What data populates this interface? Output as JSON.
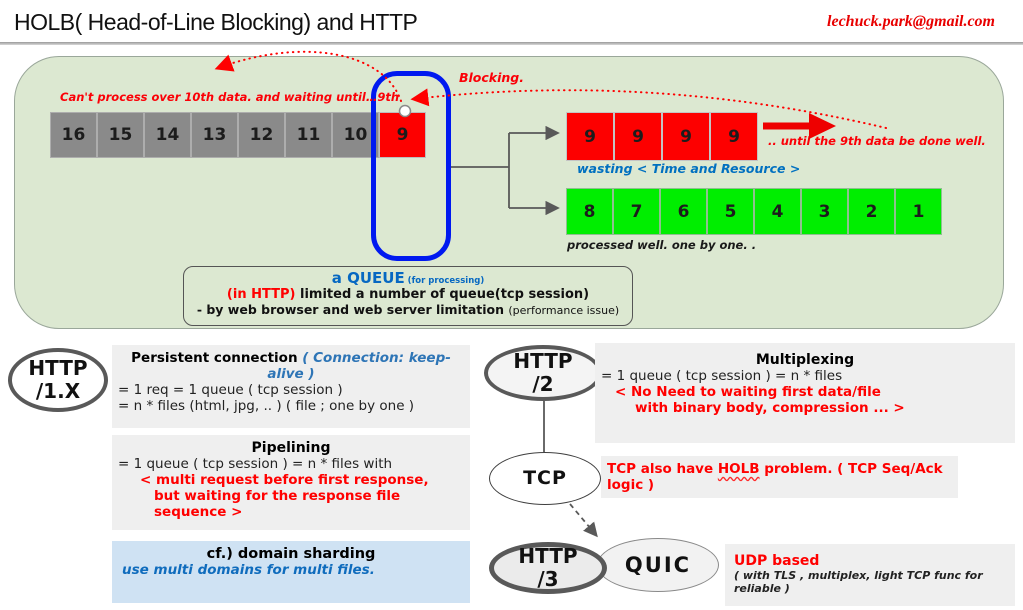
{
  "header": {
    "title": "HOLB( Head-of-Line Blocking) and HTTP",
    "email": "lechuck.park@gmail.com"
  },
  "diagram": {
    "note_left": "Can't process over 10th data. and waiting until…9th",
    "blocking_label": "Blocking.",
    "queue_cells": [
      "16",
      "15",
      "14",
      "13",
      "12",
      "11",
      "10"
    ],
    "blocked_cell": "9",
    "red_cells": [
      "9",
      "9",
      "9",
      "9"
    ],
    "until_note": ".. until the 9th data be done well.",
    "wasting_note": "wasting < Time and Resource >",
    "green_cells": [
      "8",
      "7",
      "6",
      "5",
      "4",
      "3",
      "2",
      "1"
    ],
    "processed_note": "processed well. one by one. .",
    "queue_box": {
      "title": "a QUEUE",
      "title_sub": " (for processing)",
      "line2_red": "(in HTTP)",
      "line2_rest": " limited a number of queue(tcp session)",
      "line3": "- by web browser and web server limitation ",
      "line3_sub": "(performance issue)"
    }
  },
  "http1": {
    "label_line1": "HTTP",
    "label_line2": "/1.X",
    "persistent": {
      "title": "Persistent connection ",
      "title_note": "( Connection: keep-alive )",
      "line1": "= 1 req = 1 queue ( tcp session )",
      "line2": "= n * files (html, jpg, .. ) ( file ; one by one )"
    },
    "pipelining": {
      "title": "Pipelining",
      "line1": "= 1 queue ( tcp session ) = n * files with",
      "red1": "<  multi request before first response,",
      "red2": "but waiting for the response file sequence >"
    },
    "sharding": {
      "title": "cf.) domain sharding",
      "note": "use multi domains for multi files."
    }
  },
  "http2": {
    "label_line1": "HTTP",
    "label_line2": "/2",
    "multiplexing": {
      "title": "Multiplexing",
      "line1": "= 1 queue ( tcp session ) = n * files",
      "red1": "<  No Need to waiting first data/file",
      "red2": "with binary body, compression ... >"
    },
    "tcp_label": "TCP",
    "tcp_note_pre": "TCP also have ",
    "tcp_note_wavy": "HOLB",
    "tcp_note_post": " problem. ( TCP Seq/Ack logic )"
  },
  "http3": {
    "label_line1": "HTTP",
    "label_line2": "/3",
    "quic_label": "QUIC",
    "udp_title": "UDP based",
    "udp_note": "( with TLS , multiplex, light TCP func for reliable )"
  },
  "colors": {
    "accent_red": "#ff0000",
    "accent_blue": "#0070c0",
    "canvas_green": "#dce8d1",
    "cell_gray": "#8a8a8a",
    "cell_red": "#fd0000",
    "cell_green": "#00ee00",
    "panel_gray": "#efefef",
    "panel_blue": "#cfe2f3",
    "queue_frame_blue": "#0019f0"
  }
}
